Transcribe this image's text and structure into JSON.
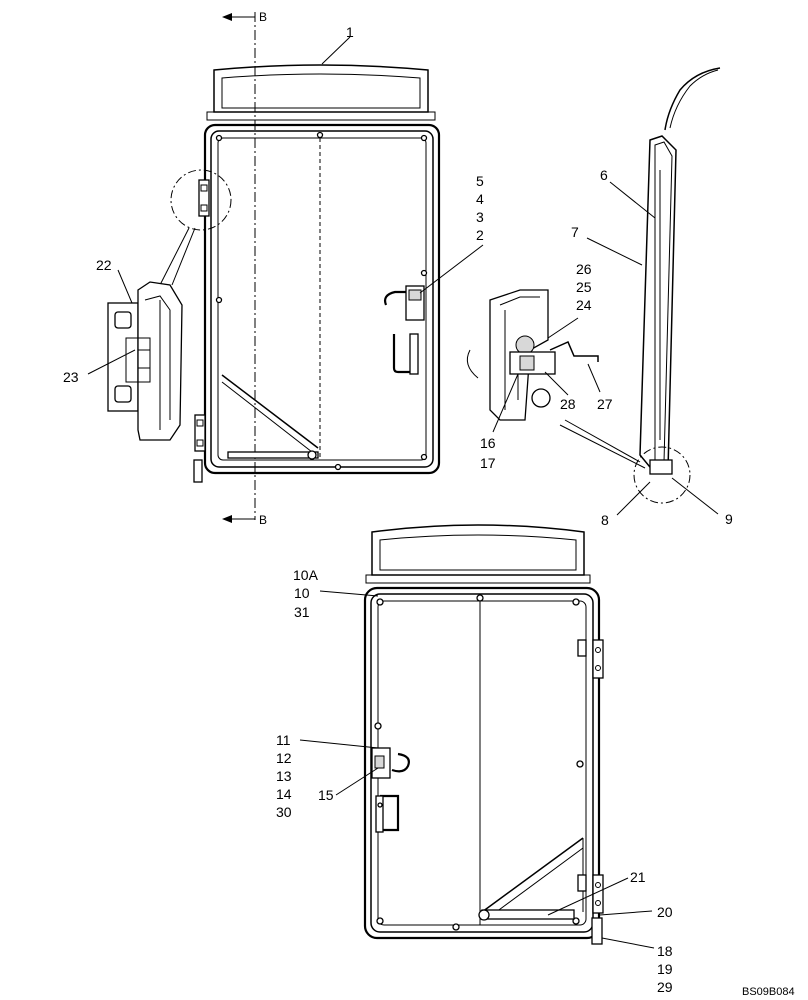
{
  "section_marks": {
    "top": "B",
    "bottom": "B"
  },
  "callouts": [
    {
      "id": "c1",
      "text": "1"
    },
    {
      "id": "c5",
      "text": "5"
    },
    {
      "id": "c4",
      "text": "4"
    },
    {
      "id": "c3",
      "text": "3"
    },
    {
      "id": "c2",
      "text": "2"
    },
    {
      "id": "c6",
      "text": "6"
    },
    {
      "id": "c7",
      "text": "7"
    },
    {
      "id": "c22",
      "text": "22"
    },
    {
      "id": "c23",
      "text": "23"
    },
    {
      "id": "c26",
      "text": "26"
    },
    {
      "id": "c25",
      "text": "25"
    },
    {
      "id": "c24",
      "text": "24"
    },
    {
      "id": "c28",
      "text": "28"
    },
    {
      "id": "c27",
      "text": "27"
    },
    {
      "id": "c16",
      "text": "16"
    },
    {
      "id": "c17",
      "text": "17"
    },
    {
      "id": "c8",
      "text": "8"
    },
    {
      "id": "c9",
      "text": "9"
    },
    {
      "id": "c10a",
      "text": "10A"
    },
    {
      "id": "c10",
      "text": "10"
    },
    {
      "id": "c31",
      "text": "31"
    },
    {
      "id": "c11",
      "text": "11"
    },
    {
      "id": "c12",
      "text": "12"
    },
    {
      "id": "c13",
      "text": "13"
    },
    {
      "id": "c14",
      "text": "14"
    },
    {
      "id": "c30",
      "text": "30"
    },
    {
      "id": "c15",
      "text": "15"
    },
    {
      "id": "c21",
      "text": "21"
    },
    {
      "id": "c20",
      "text": "20"
    },
    {
      "id": "c18",
      "text": "18"
    },
    {
      "id": "c19",
      "text": "19"
    },
    {
      "id": "c29",
      "text": "29"
    }
  ],
  "drawing_ref": "BS09B084"
}
